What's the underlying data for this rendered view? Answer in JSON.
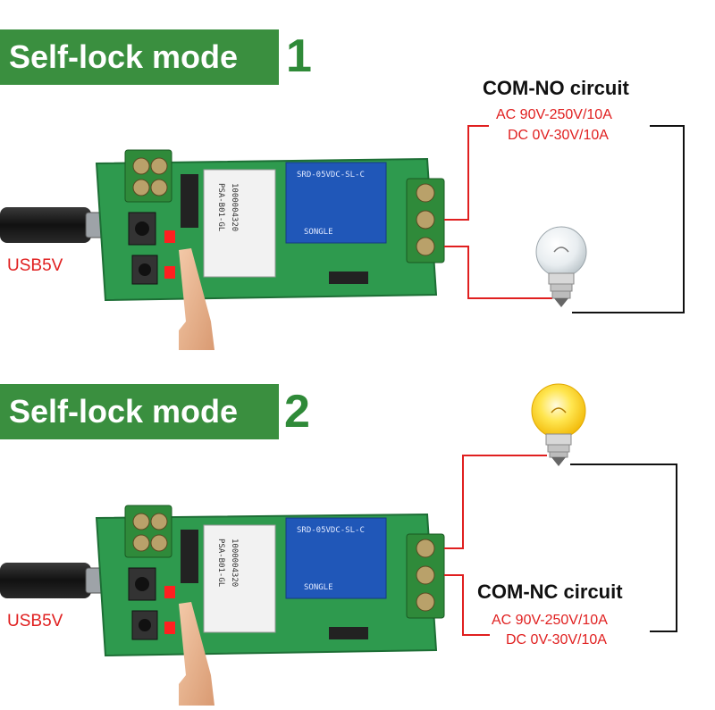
{
  "mode1": {
    "label": "Self-lock mode",
    "number": "1",
    "circuit_title": "COM-NO circuit",
    "spec_ac": "AC 90V-250V/10A",
    "spec_dc": "DC 0V-30V/10A",
    "usb_label": "USB5V",
    "bulb_state": "off"
  },
  "mode2": {
    "label": "Self-lock mode",
    "number": "2",
    "circuit_title": "COM-NC circuit",
    "spec_ac": "AC 90V-250V/10A",
    "spec_dc": "DC 0V-30V/10A",
    "usb_label": "USB5V",
    "bulb_state": "on"
  },
  "board": {
    "module_line1": "PSA-B01-GL",
    "module_line2": "1000004320",
    "relay_brand": "SONGLE",
    "relay_model": "SRD-05VDC-SL-C"
  },
  "colors": {
    "banner_green": "#3a8f3f",
    "pcb_green": "#2e9a4e",
    "wire_red": "#e01f1f",
    "relay_blue": "#2057b8"
  }
}
